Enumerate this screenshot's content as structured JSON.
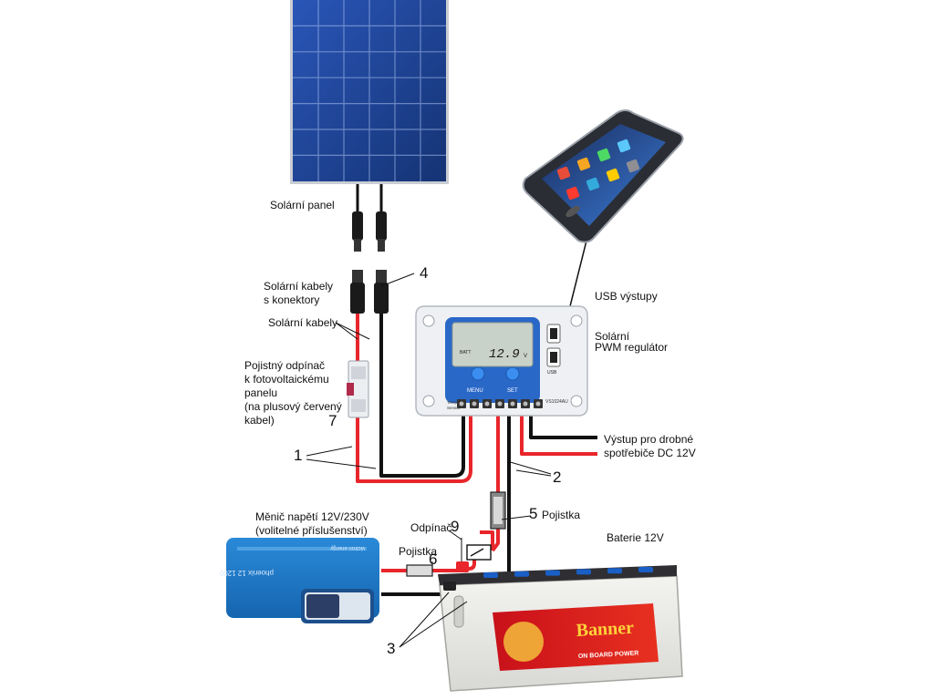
{
  "labels": {
    "solar_panel": "Solární panel",
    "cables_connectors_1": "Solární kabely",
    "cables_connectors_2": "s konektory",
    "cables": "Solární kabely",
    "fuse_switch_1": "Pojistný odpínač",
    "fuse_switch_2": "k fotovoltaickému",
    "fuse_switch_3": "panelu",
    "fuse_switch_4": "(na plusový červený",
    "fuse_switch_5": "kabel)",
    "usb_outputs": "USB výstupy",
    "regulator_1": "Solární",
    "regulator_2": "PWM regulátor",
    "dc_output_1": "Výstup pro drobné",
    "dc_output_2": "spotřebiče DC 12V",
    "fuse_5": "Pojistka",
    "switch_9": "Odpínač",
    "fuse_6": "Pojistka",
    "battery": "Baterie 12V",
    "inverter_1": "Měnič napětí 12V/230V",
    "inverter_2": "(volitelné příslušenství)"
  },
  "numbers": {
    "n1": "1",
    "n2": "2",
    "n3": "3",
    "n4": "4",
    "n5": "5",
    "n6": "6",
    "n7": "7",
    "n9": "9"
  },
  "controller": {
    "menu_label": "MENU",
    "set_label": "SET",
    "model": "VS1024AU",
    "display_value": "12.9",
    "display_unit": "V",
    "batt_label": "BATT",
    "usb_label": "USB",
    "temp_sensor_1": "Temp",
    "temp_sensor_2": "Sensor"
  },
  "inverter": {
    "brand_text": "phoenix 12 1200",
    "brand": "victron energy"
  },
  "battery_brand": {
    "name": "Banner",
    "sub": "ON BOARD POWER"
  },
  "colors": {
    "wire_red": "#e8262b",
    "wire_black": "#111111",
    "panel_blue": "#1b3f8e",
    "inverter_blue": "#1e79c8",
    "controller_white": "#eef0f3"
  }
}
